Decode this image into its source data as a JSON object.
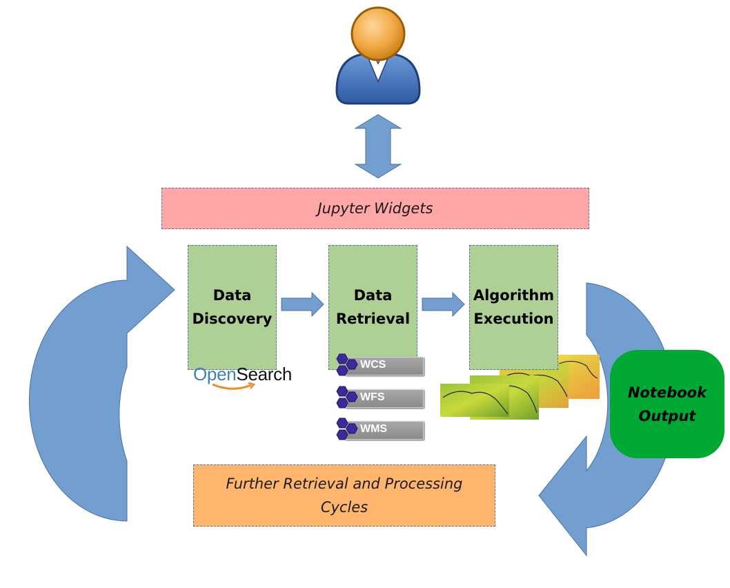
{
  "jupyter_widgets": {
    "label": "Jupyter Widgets"
  },
  "steps": [
    {
      "label": "Data\nDiscovery"
    },
    {
      "label": "Data\nRetrieval"
    },
    {
      "label": "Algorithm\nExecution"
    }
  ],
  "notebook_output": {
    "label": "Notebook\nOutput"
  },
  "further_cycles": {
    "label": "Further Retrieval and Processing\nCycles"
  },
  "opensearch": {
    "open": "Open",
    "search": "Search"
  },
  "ogc_services": [
    {
      "label": "WCS"
    },
    {
      "label": "WFS"
    },
    {
      "label": "WMS"
    }
  ],
  "icons": [
    "user-icon",
    "bidirectional-arrow-icon",
    "cycle-arrow-icon",
    "map-thumbnail-icon",
    "opensearch-logo-icon",
    "ogc-hexagon-icon"
  ],
  "colors": {
    "arrow_blue": "#729fcf",
    "widgets_pink": "#ffa6a6",
    "step_green": "#afd095",
    "notebook_green": "#00a933",
    "further_orange": "#ffb66c"
  }
}
